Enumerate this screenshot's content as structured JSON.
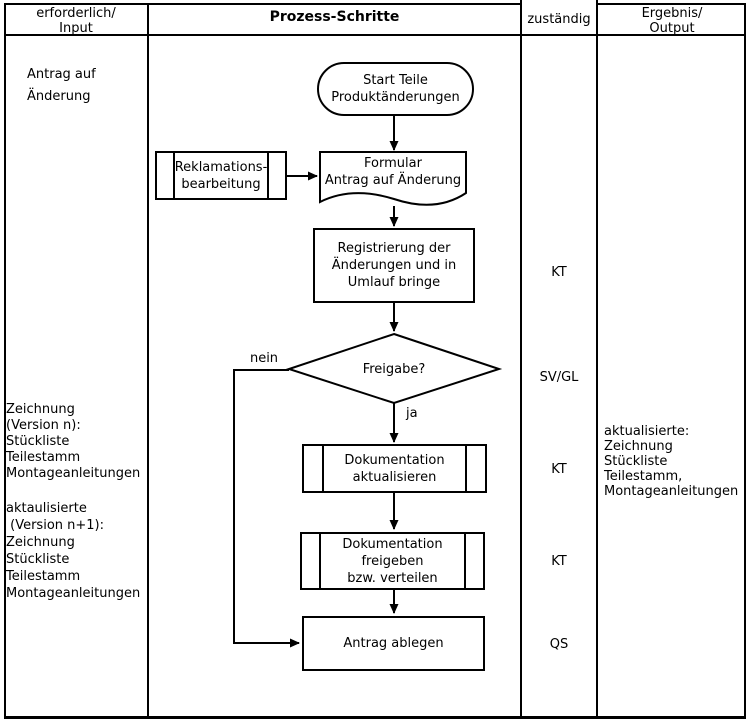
{
  "header": {
    "input": "erforderlich/\nInput",
    "process": "Prozess-Schritte",
    "responsible": "zuständig",
    "output": "Ergebnis/\nOutput"
  },
  "input_column": {
    "antrag": "Antrag auf\nÄnderung",
    "version_n": "Zeichnung\n(Version n):\nStückliste\nTeilestamm\nMontageanleitungen",
    "version_n1": "aktaulisierte\n (Version n+1):\nZeichnung\nStückliste\nTeilestamm\nMontageanleitungen"
  },
  "output_column": {
    "aktualisiert": "aktualisierte:\nZeichnung\nStückliste\nTeilestamm,\nMontageanleitungen"
  },
  "responsible": [
    "KT",
    "SV/GL",
    "KT",
    "KT",
    "QS"
  ],
  "flowchart": {
    "start": "Start Teile\nProduktänderungen",
    "reklamation": "Reklamations-\nbearbeitung",
    "formular": "Formular\nAntrag auf Änderung",
    "registrierung": "Registrierung der\nÄnderungen und in\nUmlauf bringe",
    "freigabe": "Freigabe?",
    "nein": "nein",
    "ja": "ja",
    "dokumentation_aktualisieren": "Dokumentation\naktualisieren",
    "dokumentation_freigeben": "Dokumentation\nfreigeben\nbzw. verteilen",
    "antrag_ablegen": "Antrag ablegen"
  },
  "colors": {
    "line": "#000000",
    "background": "#ffffff"
  }
}
